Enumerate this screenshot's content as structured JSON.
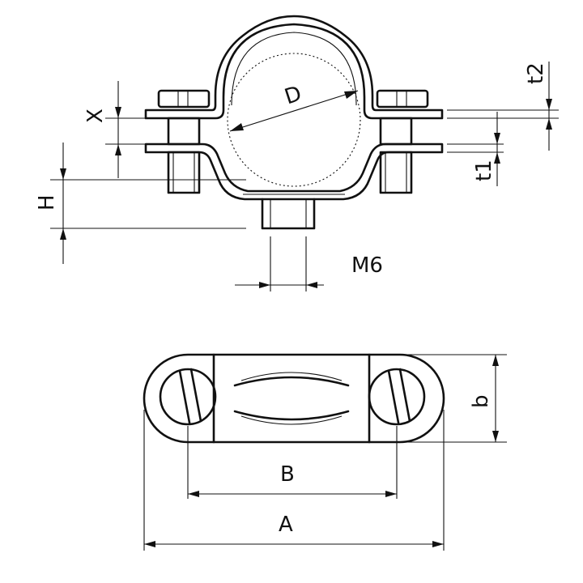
{
  "labels": {
    "diameter": "D",
    "x": "X",
    "h": "H",
    "t1": "t1",
    "t2": "t2",
    "thread": "M6",
    "b": "b",
    "B": "B",
    "A": "A"
  },
  "colors": {
    "stroke": "#111111",
    "background": "#ffffff"
  }
}
